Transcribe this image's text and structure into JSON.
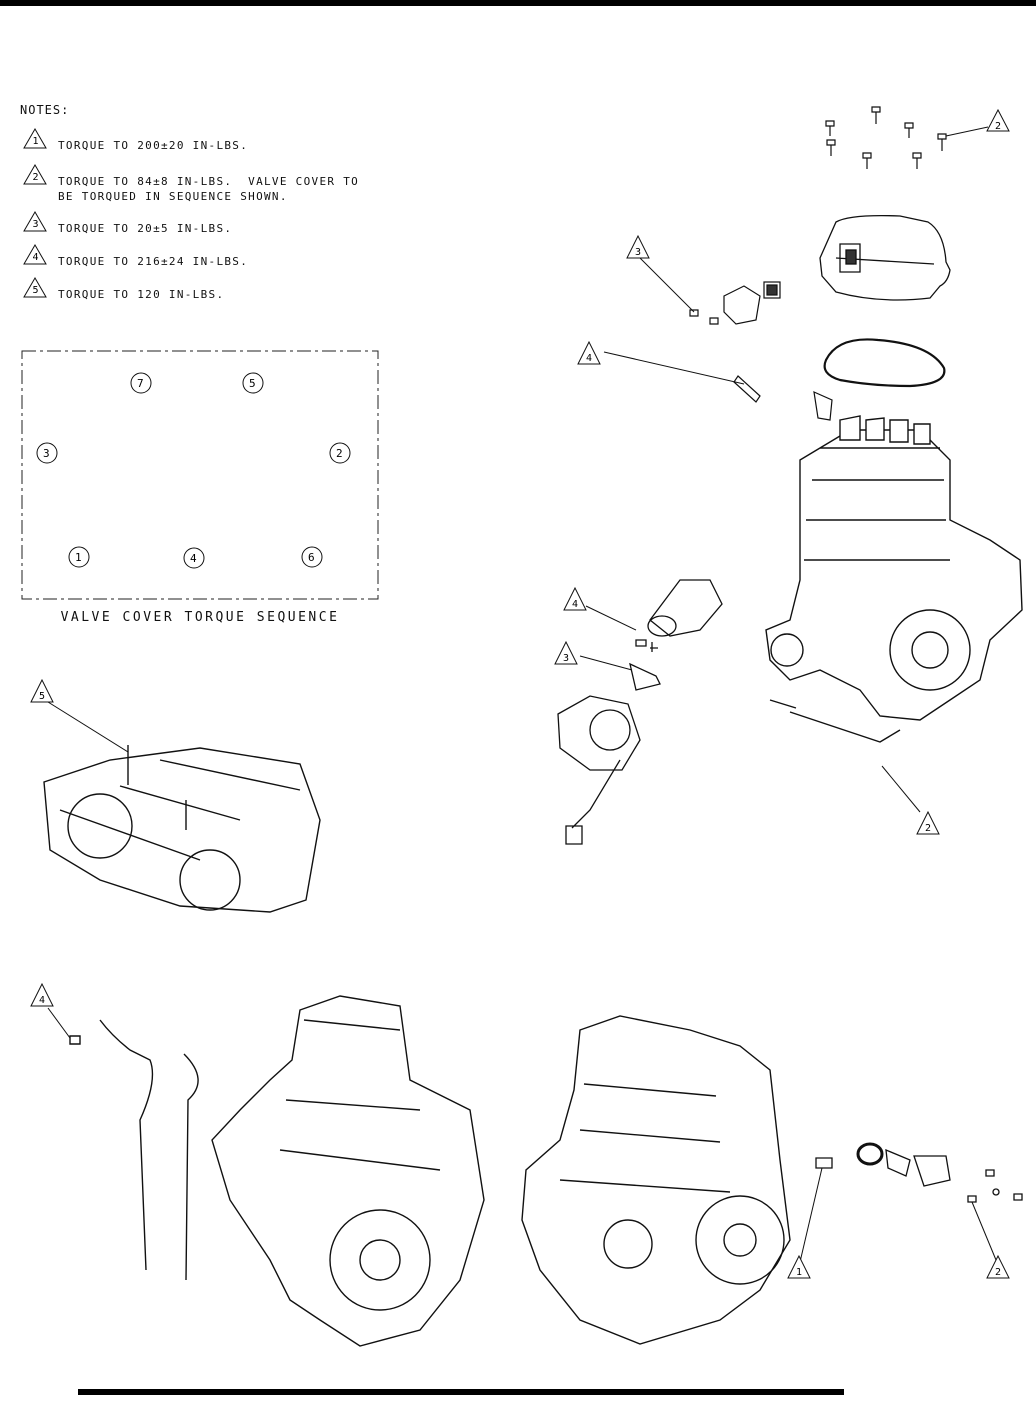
{
  "notes": {
    "heading": "NOTES:",
    "items": [
      {
        "num": "1",
        "text": "TORQUE TO 200±20 IN-LBS."
      },
      {
        "num": "2",
        "text": "TORQUE TO 84±8 IN-LBS.  VALVE COVER TO\nBE TORQUED IN SEQUENCE SHOWN."
      },
      {
        "num": "3",
        "text": "TORQUE TO 20±5 IN-LBS."
      },
      {
        "num": "4",
        "text": "TORQUE TO 216±24 IN-LBS."
      },
      {
        "num": "5",
        "text": "TORQUE TO 120 IN-LBS."
      }
    ]
  },
  "sequence": {
    "title": "VALVE COVER TORQUE SEQUENCE",
    "points": [
      "1",
      "2",
      "3",
      "4",
      "5",
      "6",
      "7"
    ]
  },
  "callouts": {
    "c_bolts_top": "2",
    "c_sensor_cover": "3",
    "c_plug": "4",
    "c_intake_bolt": "4",
    "c_throttle_screw": "3",
    "c_lower_right": "2",
    "c_crankcase": "5",
    "c_lower_left": "4",
    "c_thermo_1": "1",
    "c_thermo_2": "2"
  }
}
